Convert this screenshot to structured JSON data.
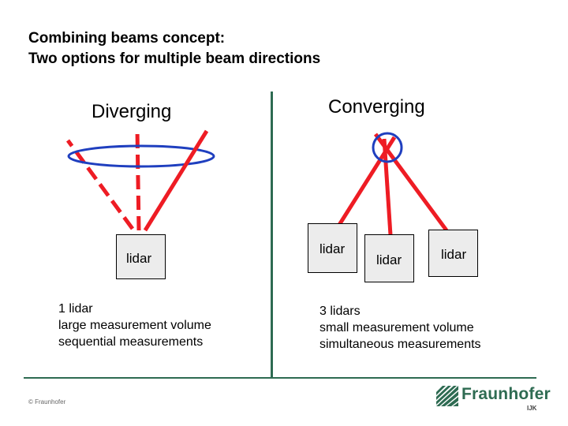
{
  "title": {
    "line1": "Combining beams concept:",
    "line2": "Two options for multiple beam directions"
  },
  "left": {
    "heading": "Diverging",
    "lidar_label": "lidar",
    "description": [
      "1 lidar",
      "large measurement volume",
      "sequential measurements"
    ]
  },
  "right": {
    "heading": "Converging",
    "lidar_labels": [
      "lidar",
      "lidar",
      "lidar"
    ],
    "description": [
      "3 lidars",
      "small measurement volume",
      "simultaneous measurements"
    ]
  },
  "footer": {
    "copyright": "© Fraunhofer",
    "logo_text": "Fraunhofer",
    "logo_sub": "IJK"
  },
  "colors": {
    "beam": "#ee1c24",
    "ellipse": "#1f3fbf",
    "accent": "#2e6b52"
  }
}
